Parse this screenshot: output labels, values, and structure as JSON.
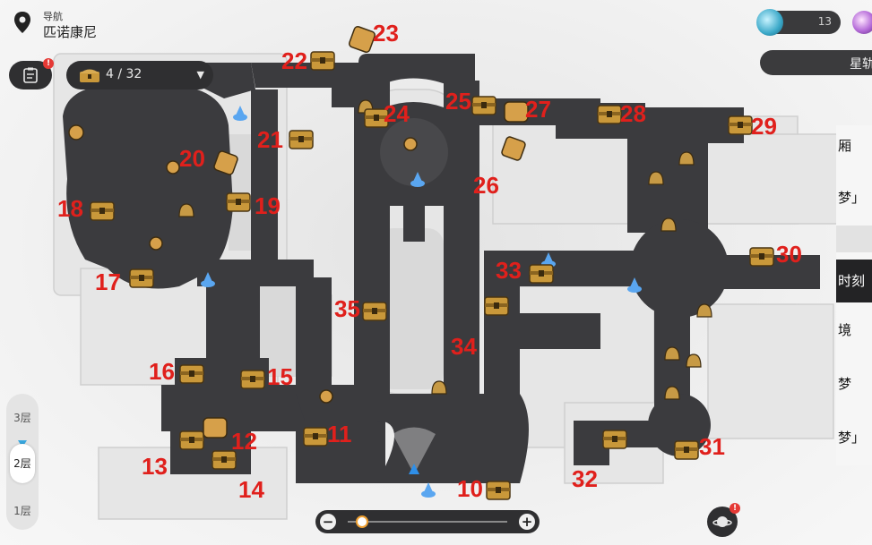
{
  "navigation": {
    "heading": "导航",
    "location": "匹诺康尼"
  },
  "chest_counter": {
    "found": 4,
    "total": 32,
    "text": "4 / 32"
  },
  "currency": {
    "value": "13",
    "icon": "stellar-jade-icon"
  },
  "star_rail_button": {
    "label": "星轨"
  },
  "side_panel": {
    "items": [
      "厢",
      "梦」",
      "",
      "时刻",
      "境",
      "梦",
      "梦」"
    ]
  },
  "floors": {
    "items": [
      "3层",
      "2层",
      "1层"
    ],
    "selected": "2层"
  },
  "zoom": {
    "minus": "−",
    "plus": "+",
    "level": 0.05
  },
  "notification_badge": "!",
  "markers": {
    "numbers": [
      "10",
      "11",
      "12",
      "13",
      "14",
      "15",
      "16",
      "17",
      "18",
      "19",
      "20",
      "21",
      "22",
      "23",
      "24",
      "25",
      "26",
      "27",
      "28",
      "29",
      "30",
      "31",
      "32",
      "33",
      "34",
      "35"
    ]
  },
  "colors": {
    "marker_number": "#e0201c",
    "road": "#3b3b3e",
    "chest": "#c9983a",
    "teleport": "#5aa6f0",
    "panel_dark": "#232325"
  }
}
